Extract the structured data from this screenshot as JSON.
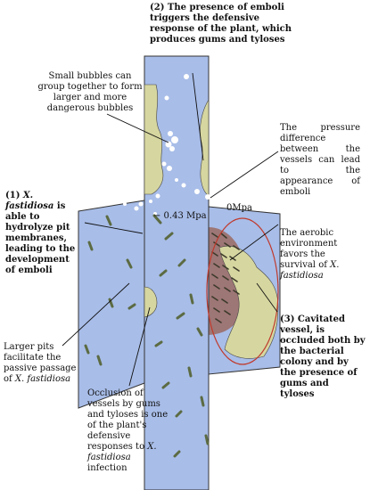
{
  "colors": {
    "vessel": "#a8bde8",
    "vessel_border": "#333333",
    "tylose": "#d6d6a0",
    "bubble": "#ffffff",
    "bacteria": "#5c6b42",
    "colony": "#9b6a62",
    "ellipse": "#c0392b",
    "leader": "#111111"
  },
  "labels": {
    "top_bold": "(2) The presence of emboli triggers the defensive response of the plant, which produces gums and tyloses",
    "bubbles": "Small bubbles can group together to form larger and more dangerous bubbles",
    "pressure": "The pressure difference between the vessels can lead to the appearance of emboli",
    "pit_prefix": "(1)",
    "pit_species": "X. fastidiosa",
    "pit_rest": "is able to hydrolyze pit membranes, leading to the development of emboli",
    "pressure_low": "− 0.43 Mpa",
    "pressure_zero": "0Mpa",
    "aerobic_text": "The aerobic environment favors the survival of",
    "aerobic_species": "X. fastidiosa",
    "larger_pits_text": "Larger pits facilitate the passive passage of",
    "larger_pits_species": "X. fastidiosa",
    "occlusion_text": "Occlusion of vessels by gums and tyloses is one of the plant's defensive responses to",
    "occlusion_species": "X. fastidiosa",
    "occlusion_tail": "infection",
    "cavitated": "(3) Cavitated vessel, is occluded both by the bacterial colony and by the presence of gums and tyloses"
  }
}
